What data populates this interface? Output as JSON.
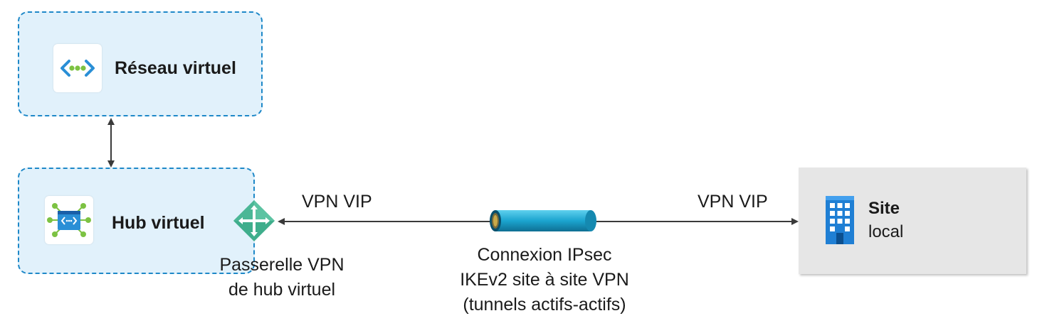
{
  "vnet": {
    "label": "Réseau virtuel",
    "icon": "virtual-network-icon"
  },
  "hub": {
    "label": "Hub virtuel",
    "icon": "virtual-hub-icon"
  },
  "gateway": {
    "icon": "vpn-gateway-icon",
    "caption_line1": "Passerelle VPN",
    "caption_line2": "de hub virtuel",
    "vip_label": "VPN VIP"
  },
  "site": {
    "title": "Site",
    "subtitle": "local",
    "icon": "building-icon",
    "vip_label": "VPN VIP"
  },
  "connection": {
    "icon": "tunnel-pipe-icon",
    "line1": "Connexion IPsec",
    "line2": "IKEv2 site à site VPN",
    "line3": "(tunnels actifs-actifs)"
  },
  "colors": {
    "azure_box_fill": "#e1f1fb",
    "azure_box_border": "#1e88c8",
    "site_box_fill": "#e6e6e6",
    "arrow": "#3a3a3a",
    "tunnel": "#1ba4cf"
  }
}
